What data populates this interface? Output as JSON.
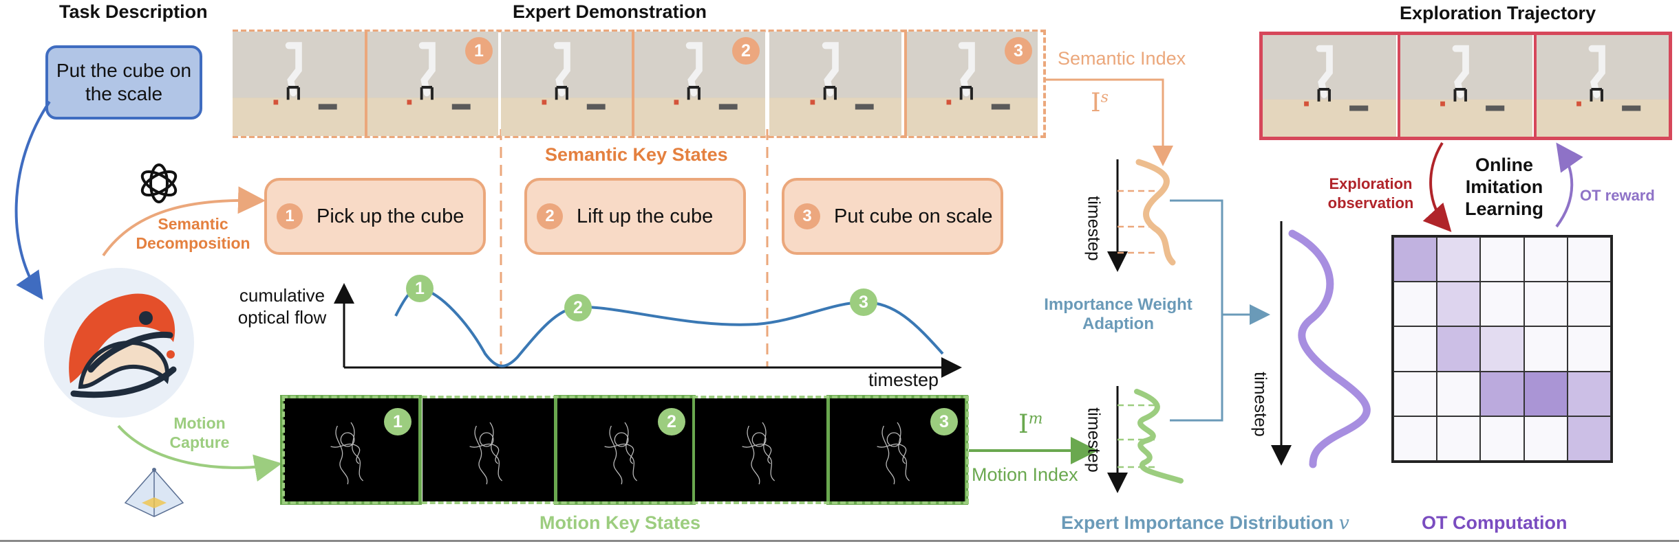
{
  "titles": {
    "task_description": "Task Description",
    "expert_demonstration": "Expert Demonstration",
    "exploration_trajectory": "Exploration Trajectory"
  },
  "task": {
    "text": "Put the cube on the scale"
  },
  "semantic": {
    "key_states_label": "Semantic Key States",
    "decomposition_label": "Semantic Decomposition",
    "index_label": "Semantic Index",
    "index_symbol": "I",
    "index_superscript": "s",
    "steps": [
      {
        "num": "1",
        "text": "Pick up the cube"
      },
      {
        "num": "2",
        "text": "Lift up the cube"
      },
      {
        "num": "3",
        "text": "Put cube on scale"
      }
    ],
    "frame_badges": [
      "1",
      "2",
      "3"
    ]
  },
  "motion": {
    "capture_label": "Motion Capture",
    "key_states_label": "Motion Key States",
    "index_label": "Motion Index",
    "index_symbol": "I",
    "index_superscript": "m",
    "badges": [
      "1",
      "2",
      "3"
    ]
  },
  "optical_flow": {
    "ylabel": "cumulative optical flow",
    "xlabel": "timestep",
    "markers": [
      "1",
      "2",
      "3"
    ]
  },
  "importance": {
    "adaption_label": "Importance Weight Adaption",
    "distribution_label": "Expert Importance Distribution",
    "distribution_symbol": "v",
    "timestep_label": "timestep"
  },
  "online": {
    "title": "Online Imitation Learning",
    "exploration_observation": "Exploration observation",
    "ot_reward": "OT reward",
    "ot_computation": "OT Computation"
  },
  "ot_matrix": {
    "rows": 5,
    "cols": 5,
    "levels": [
      [
        0.55,
        0.25,
        0.05,
        0.05,
        0.05
      ],
      [
        0.05,
        0.3,
        0.05,
        0.05,
        0.05
      ],
      [
        0.05,
        0.45,
        0.25,
        0.05,
        0.05
      ],
      [
        0.05,
        0.05,
        0.6,
        0.75,
        0.45
      ],
      [
        0.05,
        0.05,
        0.05,
        0.05,
        0.45
      ]
    ]
  },
  "colors": {
    "orange": "#eba77b",
    "orange_dark": "#e4803f",
    "green": "#9ccd7f",
    "green_dark": "#6aa84f",
    "blue": "#3f6cc0",
    "steel": "#6a9ab8",
    "purple": "#8e72c7",
    "red": "#c0404f",
    "dark_red": "#b0242a"
  }
}
